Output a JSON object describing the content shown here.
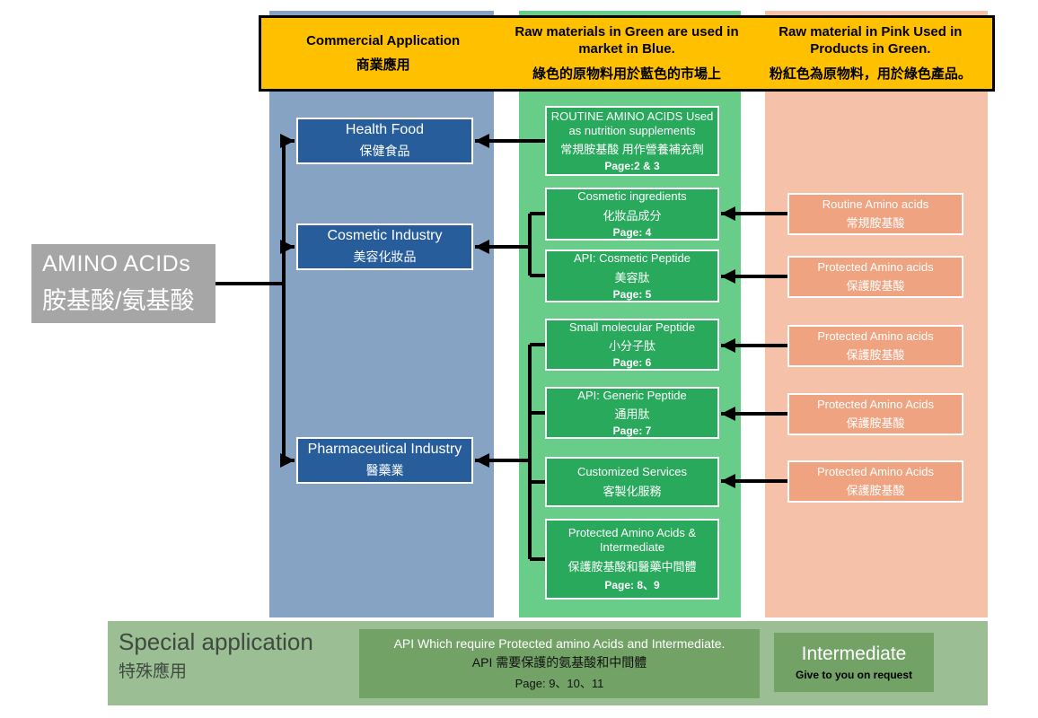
{
  "header": {
    "col1": {
      "en": "Commercial Application",
      "zh": "商業應用"
    },
    "col2": {
      "en": "Raw materials in Green are used in market in Blue.",
      "zh": "綠色的原物料用於藍色的市場上"
    },
    "col3": {
      "en": "Raw material in Pink Used in Products in Green.",
      "zh": "粉紅色為原物料，用於綠色產品。"
    }
  },
  "root": {
    "en": "AMINO ACIDs",
    "zh": "胺基酸/氨基酸"
  },
  "blue_boxes": [
    {
      "en": "Health Food",
      "zh": "保健食品"
    },
    {
      "en": "Cosmetic Industry",
      "zh": "美容化妝品"
    },
    {
      "en": "Pharmaceutical Industry",
      "zh": "醫藥業"
    }
  ],
  "green_boxes": [
    {
      "en": "ROUTINE AMINO ACIDS Used as nutrition supplements",
      "zh": "常規胺基酸 用作營養補充劑",
      "page": "Page:2 & 3"
    },
    {
      "en": "Cosmetic ingredients",
      "zh": "化妝品成分",
      "page": "Page: 4"
    },
    {
      "en": "API: Cosmetic Peptide",
      "zh": "美容肽",
      "page": "Page: 5"
    },
    {
      "en": "Small molecular Peptide",
      "zh": "小分子肽",
      "page": "Page: 6"
    },
    {
      "en": "API: Generic Peptide",
      "zh": "通用肽",
      "page": "Page: 7"
    },
    {
      "en": "Customized Services",
      "zh": "客製化服務"
    },
    {
      "en": "Protected Amino Acids & Intermediate",
      "zh": "保護胺基酸和醫藥中間體",
      "page": "Page: 8、9"
    }
  ],
  "pink_boxes": [
    {
      "en": "Routine Amino acids",
      "zh": "常規胺基酸"
    },
    {
      "en": "Protected Amino acids",
      "zh": "保護胺基酸"
    },
    {
      "en": "Protected Amino acids",
      "zh": "保護胺基酸"
    },
    {
      "en": "Protected Amino Acids",
      "zh": "保護胺基酸"
    },
    {
      "en": "Protected Amino Acids",
      "zh": "保護胺基酸"
    }
  ],
  "footer": {
    "title_en": "Special application",
    "title_zh": "特殊應用",
    "center": {
      "line1": "API Which require Protected amino Acids and Intermediate.",
      "line2": "API 需要保護的氨基酸和中間體",
      "line3": "Page: 9、10、11"
    },
    "right": {
      "title": "Intermediate",
      "subtitle": "Give to you on request"
    }
  },
  "colors": {
    "legend_yellow": "#FFC000",
    "blue_column": "#87A3C4",
    "blue_box": "#275D9B",
    "green_column": "#67CD88",
    "green_box": "#28A95C",
    "pink_column": "#F5C2A9",
    "pink_box": "#EFA381",
    "footer_bar": "#9BBE94",
    "footer_box": "#73A267",
    "root_gray": "#A6A6A6",
    "arrow": "#000000"
  }
}
